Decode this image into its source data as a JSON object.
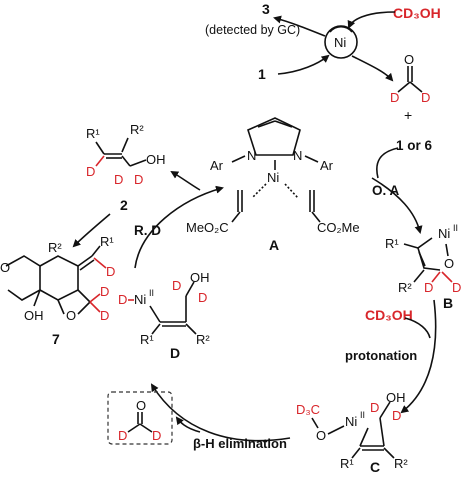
{
  "top_cycle": {
    "product3_label": "3",
    "product3_note": "(detected by GC)",
    "metal": "Ni",
    "reagent": "CD₃OH",
    "substrate_label": "1",
    "formaldehyde_O": "O",
    "formaldehyde_D1": "D",
    "formaldehyde_D2": "D",
    "plus": "+"
  },
  "catalyst_A": {
    "label": "A",
    "ni": "Ni",
    "n1": "N",
    "n2": "N",
    "ar1": "Ar",
    "ar2": "Ar",
    "ester_left": "MeO₂C",
    "ester_right": "CO₂Me"
  },
  "step_oa": {
    "reagents": "1 or 6",
    "name": "O. A"
  },
  "intermediate_B": {
    "label": "B",
    "ni": "Ni",
    "ni_ox": "II",
    "o": "O",
    "r1": "R¹",
    "r2": "R²",
    "d1": "D",
    "d2": "D"
  },
  "step_protonation": {
    "reagent": "CD₃OH",
    "name": "protonation"
  },
  "intermediate_C": {
    "label": "C",
    "d3c": "D₃C",
    "o": "O",
    "ni": "Ni",
    "ni_ox": "II",
    "oh": "OH",
    "d1": "D",
    "d2": "D",
    "r1": "R¹",
    "r2": "R²"
  },
  "step_beta": {
    "name": "β-H elimination"
  },
  "boxed_formaldehyde": {
    "o": "O",
    "d1": "D",
    "d2": "D"
  },
  "intermediate_D": {
    "label": "D",
    "d_ni": "D",
    "ni": "Ni",
    "ni_ox": "II",
    "oh": "OH",
    "d1": "D",
    "d2": "D",
    "r1": "R¹",
    "r2": "R²"
  },
  "step_rd": {
    "name": "R. D"
  },
  "product_2": {
    "label": "2",
    "r1": "R¹",
    "r2": "R²",
    "oh": "OH",
    "d_vinyl": "D",
    "d1": "D",
    "d2": "D"
  },
  "product_7": {
    "label": "7",
    "r1": "R¹",
    "r2": "R²",
    "o_ring": "O",
    "oh": "OH",
    "d_vinyl": "D",
    "d1": "D",
    "d2": "D"
  },
  "colors": {
    "ink": "#111111",
    "deuterium_red": "#d8262b"
  }
}
